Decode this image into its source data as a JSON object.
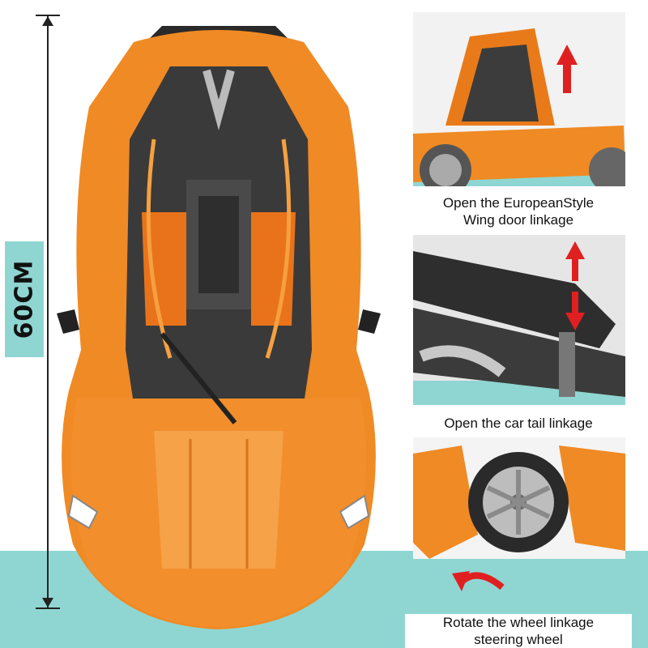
{
  "size_label": "60CM",
  "panels": [
    {
      "caption_line1": "Open the EuropeanStyle",
      "caption_line2": "Wing door linkage"
    },
    {
      "caption_line1": "Open the car tail linkage"
    },
    {
      "caption_line1": "Rotate the wheel linkage",
      "caption_line2": "steering wheel"
    }
  ],
  "colors": {
    "accent_teal": "#8fd6d2",
    "car_orange": "#f08a24",
    "arrow_red": "#e02020"
  }
}
